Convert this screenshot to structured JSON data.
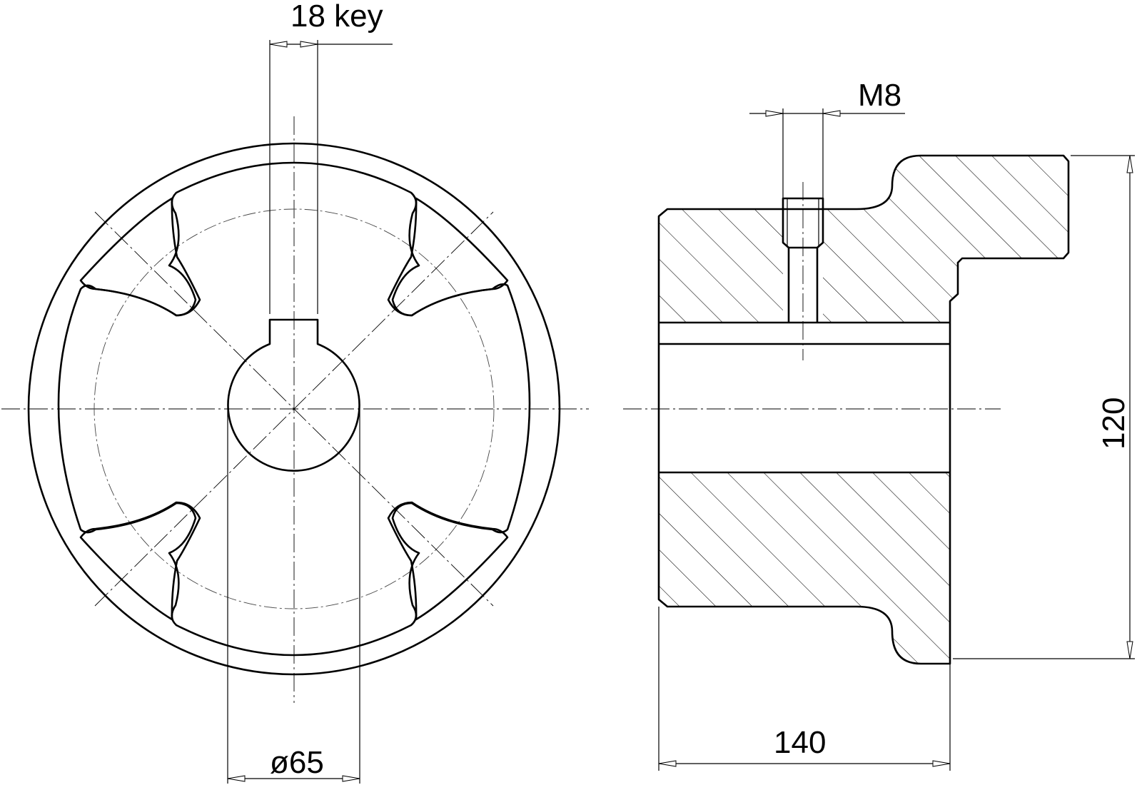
{
  "drawing": {
    "front_view": {
      "key_width_label": "18 key",
      "bore_diameter_label": "ø65"
    },
    "side_view": {
      "set_screw_label": "M8",
      "outer_diameter_label": "120",
      "length_label": "140"
    }
  }
}
